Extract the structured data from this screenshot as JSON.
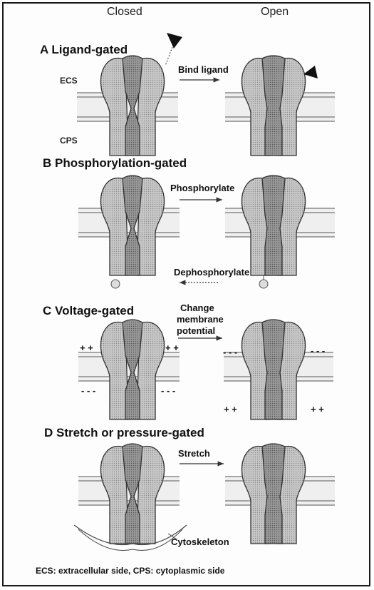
{
  "headers": {
    "closed": "Closed",
    "open": "Open"
  },
  "sections": [
    {
      "title": "A  Ligand-gated",
      "action": "Bind ligand"
    },
    {
      "title": "B  Phosphorylation-gated",
      "action": "Phosphorylate",
      "reverse_action": "Dephosphorylate"
    },
    {
      "title": "C  Voltage-gated",
      "action_lines": [
        "Change",
        "membrane",
        "potential"
      ]
    },
    {
      "title": "D  Stretch or pressure-gated",
      "action": "Stretch",
      "support_label": "Cytoskeleton"
    }
  ],
  "side_labels": {
    "ecs": "ECS",
    "cps": "CPS"
  },
  "charges": {
    "plus": "+ +",
    "minus": "- - -"
  },
  "footer": "ECS: extracellular side,   CPS: cytoplasmic side"
}
